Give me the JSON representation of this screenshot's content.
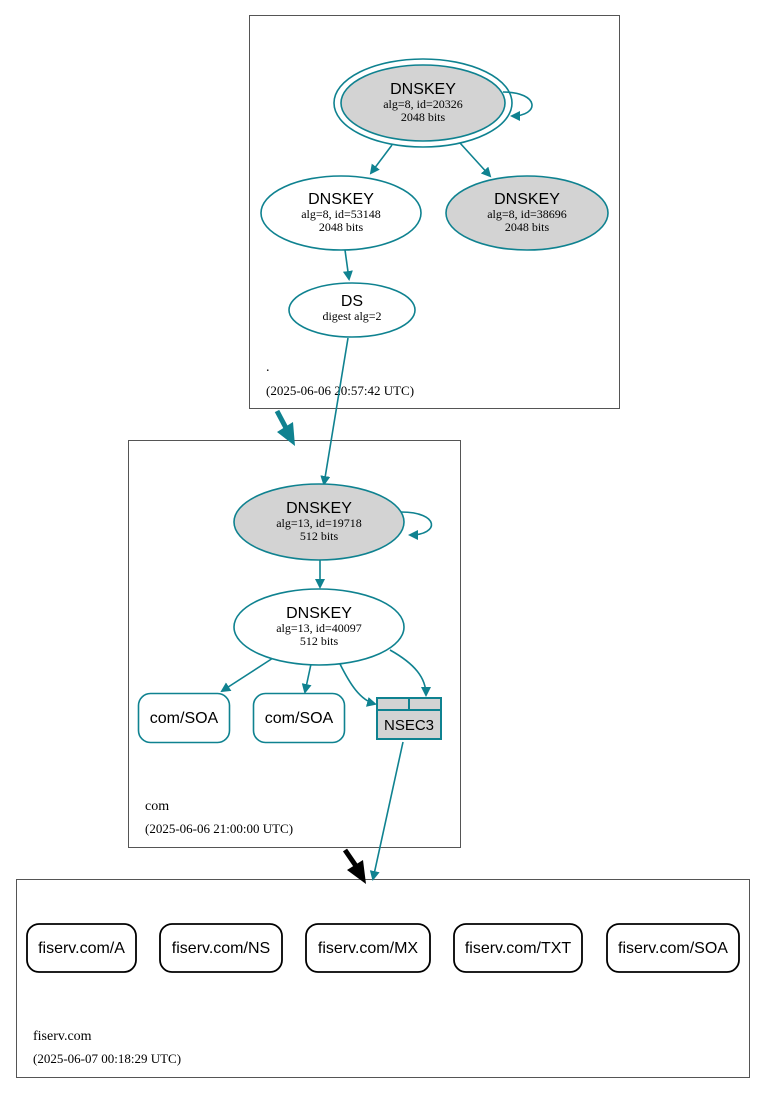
{
  "colors": {
    "edge": "#0f8290",
    "zone_border": "#555555",
    "fill_gray": "#d3d3d3",
    "fill_white": "#ffffff",
    "black": "#000000"
  },
  "zones": {
    "root": {
      "name": ".",
      "timestamp": "(2025-06-06 20:57:42 UTC)"
    },
    "com": {
      "name": "com",
      "timestamp": "(2025-06-06 21:00:00 UTC)"
    },
    "fiserv": {
      "name": "fiserv.com",
      "timestamp": "(2025-06-07 00:18:29 UTC)"
    }
  },
  "nodes": {
    "root_ksk": {
      "title": "DNSKEY",
      "line1": "alg=8, id=20326",
      "line2": "2048 bits"
    },
    "root_zsk": {
      "title": "DNSKEY",
      "line1": "alg=8, id=53148",
      "line2": "2048 bits"
    },
    "root_key3": {
      "title": "DNSKEY",
      "line1": "alg=8, id=38696",
      "line2": "2048 bits"
    },
    "root_ds": {
      "title": "DS",
      "line1": "digest alg=2"
    },
    "com_ksk": {
      "title": "DNSKEY",
      "line1": "alg=13, id=19718",
      "line2": "512 bits"
    },
    "com_zsk": {
      "title": "DNSKEY",
      "line1": "alg=13, id=40097",
      "line2": "512 bits"
    },
    "com_soa1": {
      "label": "com/SOA"
    },
    "com_soa2": {
      "label": "com/SOA"
    },
    "com_nsec3": {
      "label": "NSEC3"
    },
    "fiserv_a": {
      "label": "fiserv.com/A"
    },
    "fiserv_ns": {
      "label": "fiserv.com/NS"
    },
    "fiserv_mx": {
      "label": "fiserv.com/MX"
    },
    "fiserv_txt": {
      "label": "fiserv.com/TXT"
    },
    "fiserv_soa": {
      "label": "fiserv.com/SOA"
    }
  }
}
